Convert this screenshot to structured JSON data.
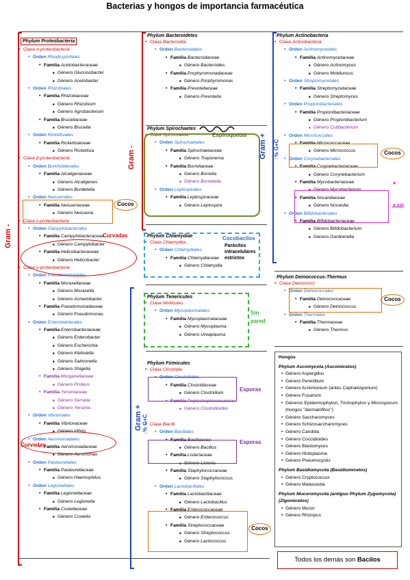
{
  "title": "Bacterias y hongos de importancia farmacéutica",
  "col1": {
    "phylum": "Phylum Proteobacteria",
    "items": [
      {
        "t": "Clase α-proteobacteria",
        "c": "clase",
        "l": 0
      },
      {
        "t": "Orden Rhodospirillales",
        "c": "orden",
        "l": 1
      },
      {
        "t": "Familia Acetobacteraceae",
        "c": "fam",
        "l": 2
      },
      {
        "t": "Género Gluconobacter",
        "c": "gen",
        "l": 3
      },
      {
        "t": "Género Acetobacter",
        "c": "gen",
        "l": 3
      },
      {
        "t": "Orden Rhizobiales",
        "c": "orden",
        "l": 1
      },
      {
        "t": "Familia Rhizobiaceae",
        "c": "fam",
        "l": 2
      },
      {
        "t": "Género Rhizobium",
        "c": "gen",
        "l": 3
      },
      {
        "t": "Género Agrobacterium",
        "c": "gen",
        "l": 3
      },
      {
        "t": "Familia Brucellaceae",
        "c": "fam",
        "l": 2
      },
      {
        "t": "Género Brucella",
        "c": "gen",
        "l": 3
      },
      {
        "t": "Orden Rickettsiales",
        "c": "orden",
        "l": 1
      },
      {
        "t": "Familia Rickettsiaceae",
        "c": "fam",
        "l": 2
      },
      {
        "t": "Género Rickettsia",
        "c": "gen",
        "l": 3
      },
      {
        "t": "Clase β-proteobacteria",
        "c": "clase",
        "l": 0
      },
      {
        "t": "Orden Burkholderiales",
        "c": "orden",
        "l": 1
      },
      {
        "t": "Familia Alcaligenaceae",
        "c": "fam",
        "l": 2
      },
      {
        "t": "Género Alcaligenes",
        "c": "gen",
        "l": 3
      },
      {
        "t": "Género Bordetella",
        "c": "gen",
        "l": 3
      },
      {
        "t": "Orden Neisseriales",
        "c": "orden",
        "l": 1
      },
      {
        "t": "Familia Neisseriaceae",
        "c": "fam",
        "l": 2
      },
      {
        "t": "Género Neisseria",
        "c": "gen",
        "l": 3
      },
      {
        "t": "Clase ε-proteobacteria",
        "c": "clase",
        "l": 0
      },
      {
        "t": "Orden Campylobacterales",
        "c": "orden",
        "l": 1
      },
      {
        "t": "Familia Campylobacteraceae",
        "c": "fam",
        "l": 2
      },
      {
        "t": "Género Campylobacter",
        "c": "gen",
        "l": 3
      },
      {
        "t": "Familia Helicobacteraceae",
        "c": "fam",
        "l": 2
      },
      {
        "t": "Género Helicobacter",
        "c": "gen",
        "l": 3
      },
      {
        "t": "Clase γ-proteobacteria",
        "c": "clase",
        "l": 0
      },
      {
        "t": "Orden Pseudomonadales",
        "c": "orden",
        "l": 1
      },
      {
        "t": "Familia Moraxellaceae",
        "c": "fam",
        "l": 2
      },
      {
        "t": "Género Moraxella",
        "c": "gen",
        "l": 3
      },
      {
        "t": "Género Acinetobacter",
        "c": "gen",
        "l": 3
      },
      {
        "t": "Familia Pseudomonadaceae",
        "c": "fam",
        "l": 2
      },
      {
        "t": "Género Pseudomonas",
        "c": "gen",
        "l": 3
      },
      {
        "t": "Orden Enterobacterales",
        "c": "orden",
        "l": 1
      },
      {
        "t": "Familia Enterobacteriaceae",
        "c": "fam",
        "l": 2
      },
      {
        "t": "Género Enterobacter",
        "c": "gen",
        "l": 3
      },
      {
        "t": "Género Escherichia",
        "c": "gen",
        "l": 3
      },
      {
        "t": "Género Klebsiella",
        "c": "gen",
        "l": 3
      },
      {
        "t": "Género Salmonella",
        "c": "gen",
        "l": 3
      },
      {
        "t": "Género Shigella",
        "c": "gen",
        "l": 3
      },
      {
        "t": "Familia Morganellaceae",
        "c": "pfam",
        "l": 2
      },
      {
        "t": "Género Proteus",
        "c": "pgen",
        "l": 3
      },
      {
        "t": "Familia Yersiniaceae",
        "c": "pfam",
        "l": 2
      },
      {
        "t": "Género Serratia",
        "c": "pgen",
        "l": 3
      },
      {
        "t": "Género Yersinia",
        "c": "pgen",
        "l": 3
      },
      {
        "t": "Orden Vibrionales",
        "c": "orden",
        "l": 1
      },
      {
        "t": "Familia Vibrionaceae",
        "c": "fam",
        "l": 2
      },
      {
        "t": "Género Vibrio",
        "c": "gen",
        "l": 3
      },
      {
        "t": "Orden Aeromonadales",
        "c": "orden",
        "l": 1
      },
      {
        "t": "Familia Aeromonadaceae",
        "c": "fam",
        "l": 2
      },
      {
        "t": "Género Aeromonas",
        "c": "gen",
        "l": 3
      },
      {
        "t": "Orden Pasteurellales",
        "c": "orden",
        "l": 1
      },
      {
        "t": "Familia Pasteurellaceae",
        "c": "fam",
        "l": 2
      },
      {
        "t": "Género Haemophilus",
        "c": "gen",
        "l": 3
      },
      {
        "t": "Orden Legionellales",
        "c": "orden",
        "l": 1
      },
      {
        "t": "Familia Legionellaceae",
        "c": "fam",
        "l": 2
      },
      {
        "t": "Género Legionella",
        "c": "gen",
        "l": 3
      },
      {
        "t": "Familia Coxiellaceae",
        "c": "fam",
        "l": 2
      },
      {
        "t": "Género Coxiella",
        "c": "gen",
        "l": 3
      }
    ]
  },
  "col2a": {
    "phylum": "Phylum Bacteroidetes",
    "items": [
      {
        "t": "Clase Bacteroidia",
        "c": "clase",
        "l": 0
      },
      {
        "t": "Orden Bacteroidales",
        "c": "orden",
        "l": 1
      },
      {
        "t": "Familia Bacteroidaceae",
        "c": "fam",
        "l": 2
      },
      {
        "t": "Género Bacteroides",
        "c": "gen",
        "l": 3
      },
      {
        "t": "Familia Porphyromonadaceae",
        "c": "fam",
        "l": 2
      },
      {
        "t": "Género Porphyromonas",
        "c": "gen",
        "l": 3
      },
      {
        "t": "Familia Prevotellaceae",
        "c": "fam",
        "l": 2
      },
      {
        "t": "Género Prevotella",
        "c": "gen",
        "l": 3
      }
    ]
  },
  "col2b": {
    "phylum": "Phylum Spirochaetes",
    "items": [
      {
        "t": "Clase Spirochaetia",
        "c": "clase",
        "l": 0
      },
      {
        "t": "Orden Spirochaetales",
        "c": "orden",
        "l": 1
      },
      {
        "t": "Familia Spirochaetaceae",
        "c": "fam",
        "l": 2
      },
      {
        "t": "Género Treponema",
        "c": "gen",
        "l": 3
      },
      {
        "t": "Familia Borreliaceae",
        "c": "fam",
        "l": 2
      },
      {
        "t": "Género Borrelia",
        "c": "gen",
        "l": 3
      },
      {
        "t": "Género Borreliella",
        "c": "pgen",
        "l": 3
      },
      {
        "t": "Orden Leptospirales",
        "c": "orden",
        "l": 1
      },
      {
        "t": "Familia Leptospiraceae",
        "c": "fam",
        "l": 2
      },
      {
        "t": "Género Leptospira",
        "c": "gen",
        "l": 3
      }
    ]
  },
  "col2c": {
    "phylum": "Phylum Chlamydiae",
    "items": [
      {
        "t": "Clase Chlamydiia",
        "c": "clase",
        "l": 0
      },
      {
        "t": "Orden Chlamydiales",
        "c": "orden",
        "l": 1
      },
      {
        "t": "Familia Chlamydiaceae",
        "c": "fam",
        "l": 2
      },
      {
        "t": "Género Chlamydia",
        "c": "gen",
        "l": 3
      }
    ]
  },
  "col2d": {
    "phylum": "Phylum Tenericutes",
    "items": [
      {
        "t": "Clase Mollicutes",
        "c": "clase",
        "l": 0
      },
      {
        "t": "Orden Mycoplasmatales",
        "c": "orden",
        "l": 1
      },
      {
        "t": "Familia Mycoplasmataceae",
        "c": "fam",
        "l": 2
      },
      {
        "t": "Género Mycoplasma",
        "c": "gen",
        "l": 3
      },
      {
        "t": "Género Ureaplasma",
        "c": "gen",
        "l": 3
      }
    ]
  },
  "col2e": {
    "phylum": "Phylum Firmicutes",
    "items": [
      {
        "t": "Clase Clostridia",
        "c": "clase",
        "l": 0
      },
      {
        "t": "Orden Clostridiales",
        "c": "orden",
        "l": 1
      },
      {
        "t": "Familia Clostridiaceae",
        "c": "fam",
        "l": 2
      },
      {
        "t": "Género Clostridium",
        "c": "gen",
        "l": 3
      },
      {
        "t": "Familia Peptostreptococcaceae",
        "c": "pfam",
        "l": 2
      },
      {
        "t": "Género Clostridioides",
        "c": "pgen",
        "l": 3
      },
      {
        "t": "",
        "c": "gap",
        "l": 0
      },
      {
        "t": "Clase Bacilli",
        "c": "clase",
        "l": 0
      },
      {
        "t": "Orden Bacillales",
        "c": "orden",
        "l": 1
      },
      {
        "t": "Familia Bacillaceae",
        "c": "fam",
        "l": 2
      },
      {
        "t": "Género Bacillus",
        "c": "gen",
        "l": 3
      },
      {
        "t": "Familia Listeriaceae",
        "c": "fam",
        "l": 2
      },
      {
        "t": "Género Listeria",
        "c": "gen",
        "l": 3
      },
      {
        "t": "Familia Staphylococcaceae",
        "c": "fam",
        "l": 2
      },
      {
        "t": "Género Staphylococcus",
        "c": "gen",
        "l": 3
      },
      {
        "t": "Orden Lactobacillales",
        "c": "orden",
        "l": 1
      },
      {
        "t": "Familia Lactobacillaceae",
        "c": "fam",
        "l": 2
      },
      {
        "t": "Género Lactobacillus",
        "c": "gen",
        "l": 3
      },
      {
        "t": "Familia Enterococcaceae",
        "c": "fam",
        "l": 2
      },
      {
        "t": "Género Enterococcus",
        "c": "gen",
        "l": 3
      },
      {
        "t": "Familia Streptococcaceae",
        "c": "fam",
        "l": 2
      },
      {
        "t": "Género Streptococcus",
        "c": "gen",
        "l": 3
      },
      {
        "t": "Género Lactococcus",
        "c": "gen",
        "l": 3
      }
    ]
  },
  "col3a": {
    "phylum": "Phylum Actinobacteria",
    "items": [
      {
        "t": "Clase Actinobacteria",
        "c": "clase",
        "l": 0
      },
      {
        "t": "Orden Actinomycetales",
        "c": "orden",
        "l": 1
      },
      {
        "t": "Familia Actinomycetaceae",
        "c": "fam",
        "l": 2
      },
      {
        "t": "Género Actinomyces",
        "c": "gen",
        "l": 3
      },
      {
        "t": "Género Mobiluncus",
        "c": "gen",
        "l": 3
      },
      {
        "t": "Orden Streptomycetales",
        "c": "orden",
        "l": 1
      },
      {
        "t": "Familia Streptomycetaceae",
        "c": "fam",
        "l": 2
      },
      {
        "t": "Género Streptomyces",
        "c": "gen",
        "l": 3
      },
      {
        "t": "Orden Propionibacteriales",
        "c": "orden",
        "l": 1
      },
      {
        "t": "Familia Propionibacteriaceae",
        "c": "fam",
        "l": 2
      },
      {
        "t": "Género Propionibacterium",
        "c": "gen",
        "l": 3
      },
      {
        "t": "Género Cutibacterium",
        "c": "pgen",
        "l": 3
      },
      {
        "t": "Orden Micrococcales",
        "c": "orden",
        "l": 1
      },
      {
        "t": "Familia Micrococcaceae",
        "c": "fam",
        "l": 2
      },
      {
        "t": "Género Micrococcus",
        "c": "gen",
        "l": 3
      },
      {
        "t": "Orden Corynebacteriales",
        "c": "orden",
        "l": 1
      },
      {
        "t": "Familia Corynebacteriaceae",
        "c": "fam",
        "l": 2
      },
      {
        "t": "Género Corynebacterium",
        "c": "gen",
        "l": 3
      },
      {
        "t": "Familia Mycobacteriaceae",
        "c": "fam",
        "l": 2
      },
      {
        "t": "Género Mycobacterium",
        "c": "gen",
        "l": 3
      },
      {
        "t": "Familia Nocardiaceae",
        "c": "fam",
        "l": 2
      },
      {
        "t": "Género Nocardia",
        "c": "gen",
        "l": 3
      },
      {
        "t": "Orden Bifidobacteriales",
        "c": "orden",
        "l": 1
      },
      {
        "t": "Familia Bifidobacteriaceae",
        "c": "fam",
        "l": 2
      },
      {
        "t": "Género Bifidobacterium",
        "c": "gen",
        "l": 3
      },
      {
        "t": "Género Gardnerella",
        "c": "gen",
        "l": 3
      }
    ]
  },
  "col3b": {
    "phylum": "Phylum Deinococcus-Thermus",
    "items": [
      {
        "t": "Clase Deinococci",
        "c": "clase",
        "l": 0
      },
      {
        "t": "Orden Deinococcales",
        "c": "orden",
        "l": 1
      },
      {
        "t": "Familia Deinococcaceae",
        "c": "fam",
        "l": 2
      },
      {
        "t": "Género Deinococcus",
        "c": "gen",
        "l": 3
      },
      {
        "t": "Orden Thermales",
        "c": "orden",
        "l": 1
      },
      {
        "t": "Familia Thermaceae",
        "c": "fam",
        "l": 2
      },
      {
        "t": "Género Thermus",
        "c": "gen",
        "l": 3
      }
    ]
  },
  "fungi": {
    "title": "Hongos",
    "groups": [
      {
        "head": "Phylum Ascomycota (Ascomicetos)",
        "items": [
          "Género Aspergillus",
          "Género Penicillium",
          "Género Acremonium (antes Cephalosporium)",
          "Género Fusarium",
          "Géneros Epidermophyton, Trichophyton y Microsporum (hongos \"dermatofitos\")",
          "Género Saccharomyces",
          "Género Schizosaccharomyces",
          "Género Candida",
          "Género Coccidioides",
          "Género Blastomyces",
          "Género Histoplasma",
          "Género Pneumocystis"
        ]
      },
      {
        "head": "Phylum Basidiomycota (Basidiomicetos)",
        "items": [
          "Género Cryptococcus",
          "Género Malassezia"
        ]
      },
      {
        "head": "Phylum Mucoromycota (antiguo Phylum Zygomycota) (Zigomicetos)",
        "items": [
          "Género Mucor",
          "Género Rhizopus"
        ]
      }
    ]
  },
  "labels": {
    "gram_neg": "Gram -",
    "gram_pos": "Gram +",
    "gc_low": "↓% G+C",
    "gc_high": "↑% G+C",
    "cocos": "Cocos",
    "curvadas": "Curvadas",
    "espiroquetas": "Espiroquetas",
    "cocobacilos": "Cocobacilos",
    "parasitos": "Parásitos intracelulares estrictos",
    "sin_pared": "Sin pared",
    "esporas": "Esporas",
    "aar": "AAR",
    "asterisk": "*",
    "footer_prefix": "Todos los demás son ",
    "footer_bold": "Bacilos"
  },
  "colors": {
    "clase": "#e00000",
    "orden": "#1e6ed6",
    "purple": "#8a2aa8",
    "orange": "#e07000",
    "green": "#6b8e23",
    "cyan": "#29a8e0",
    "magenta": "#e020e0",
    "blue": "#1a3fd1"
  }
}
